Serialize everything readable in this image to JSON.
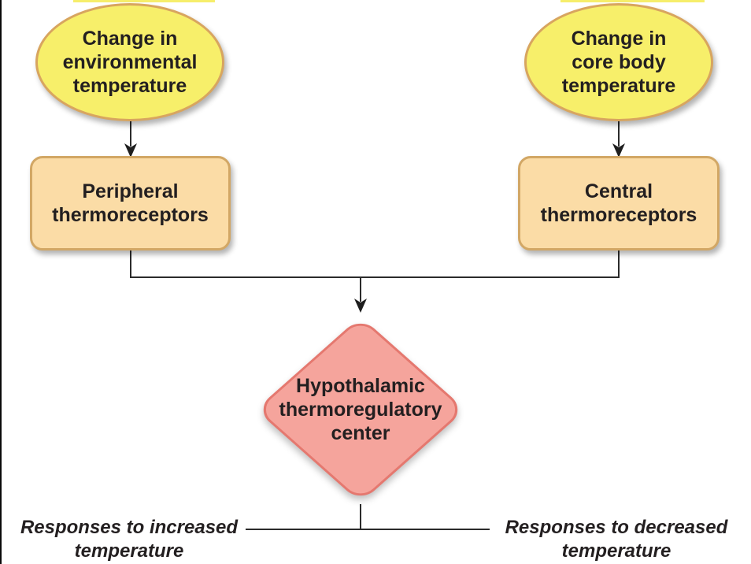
{
  "palette": {
    "ellipse_fill": "#F7EF6A",
    "ellipse_border": "#D8A55F",
    "box_fill": "#FBDCA6",
    "box_border": "#D2A765",
    "diamond_fill": "#F5A49C",
    "diamond_border": "#E5786F",
    "line_color": "#2B2B2B",
    "text_color": "#231F20",
    "background": "#FFFFFF"
  },
  "flowchart": {
    "nodes": [
      {
        "id": "env-change",
        "shape": "ellipse",
        "label": "Change in\nenvironmental\ntemperature"
      },
      {
        "id": "core-change",
        "shape": "ellipse",
        "label": "Change in\ncore body\ntemperature"
      },
      {
        "id": "peripheral",
        "shape": "rounded-rect",
        "label": "Peripheral\nthermoreceptors"
      },
      {
        "id": "central",
        "shape": "rounded-rect",
        "label": "Central\nthermoreceptors"
      },
      {
        "id": "hypothalamic",
        "shape": "diamond",
        "label": "Hypothalamic\nthermoregulatory\ncenter"
      }
    ],
    "outputs": [
      {
        "id": "increased",
        "label": "Responses to increased\ntemperature"
      },
      {
        "id": "decreased",
        "label": "Responses to decreased\ntemperature"
      }
    ],
    "edges": [
      {
        "from": "env-change",
        "to": "peripheral",
        "arrow": true
      },
      {
        "from": "core-change",
        "to": "central",
        "arrow": true
      },
      {
        "from": "peripheral",
        "to": "hypothalamic",
        "arrow": true
      },
      {
        "from": "central",
        "to": "hypothalamic",
        "arrow": true
      },
      {
        "from": "hypothalamic",
        "to": "increased",
        "arrow": false
      },
      {
        "from": "hypothalamic",
        "to": "decreased",
        "arrow": false
      }
    ]
  }
}
